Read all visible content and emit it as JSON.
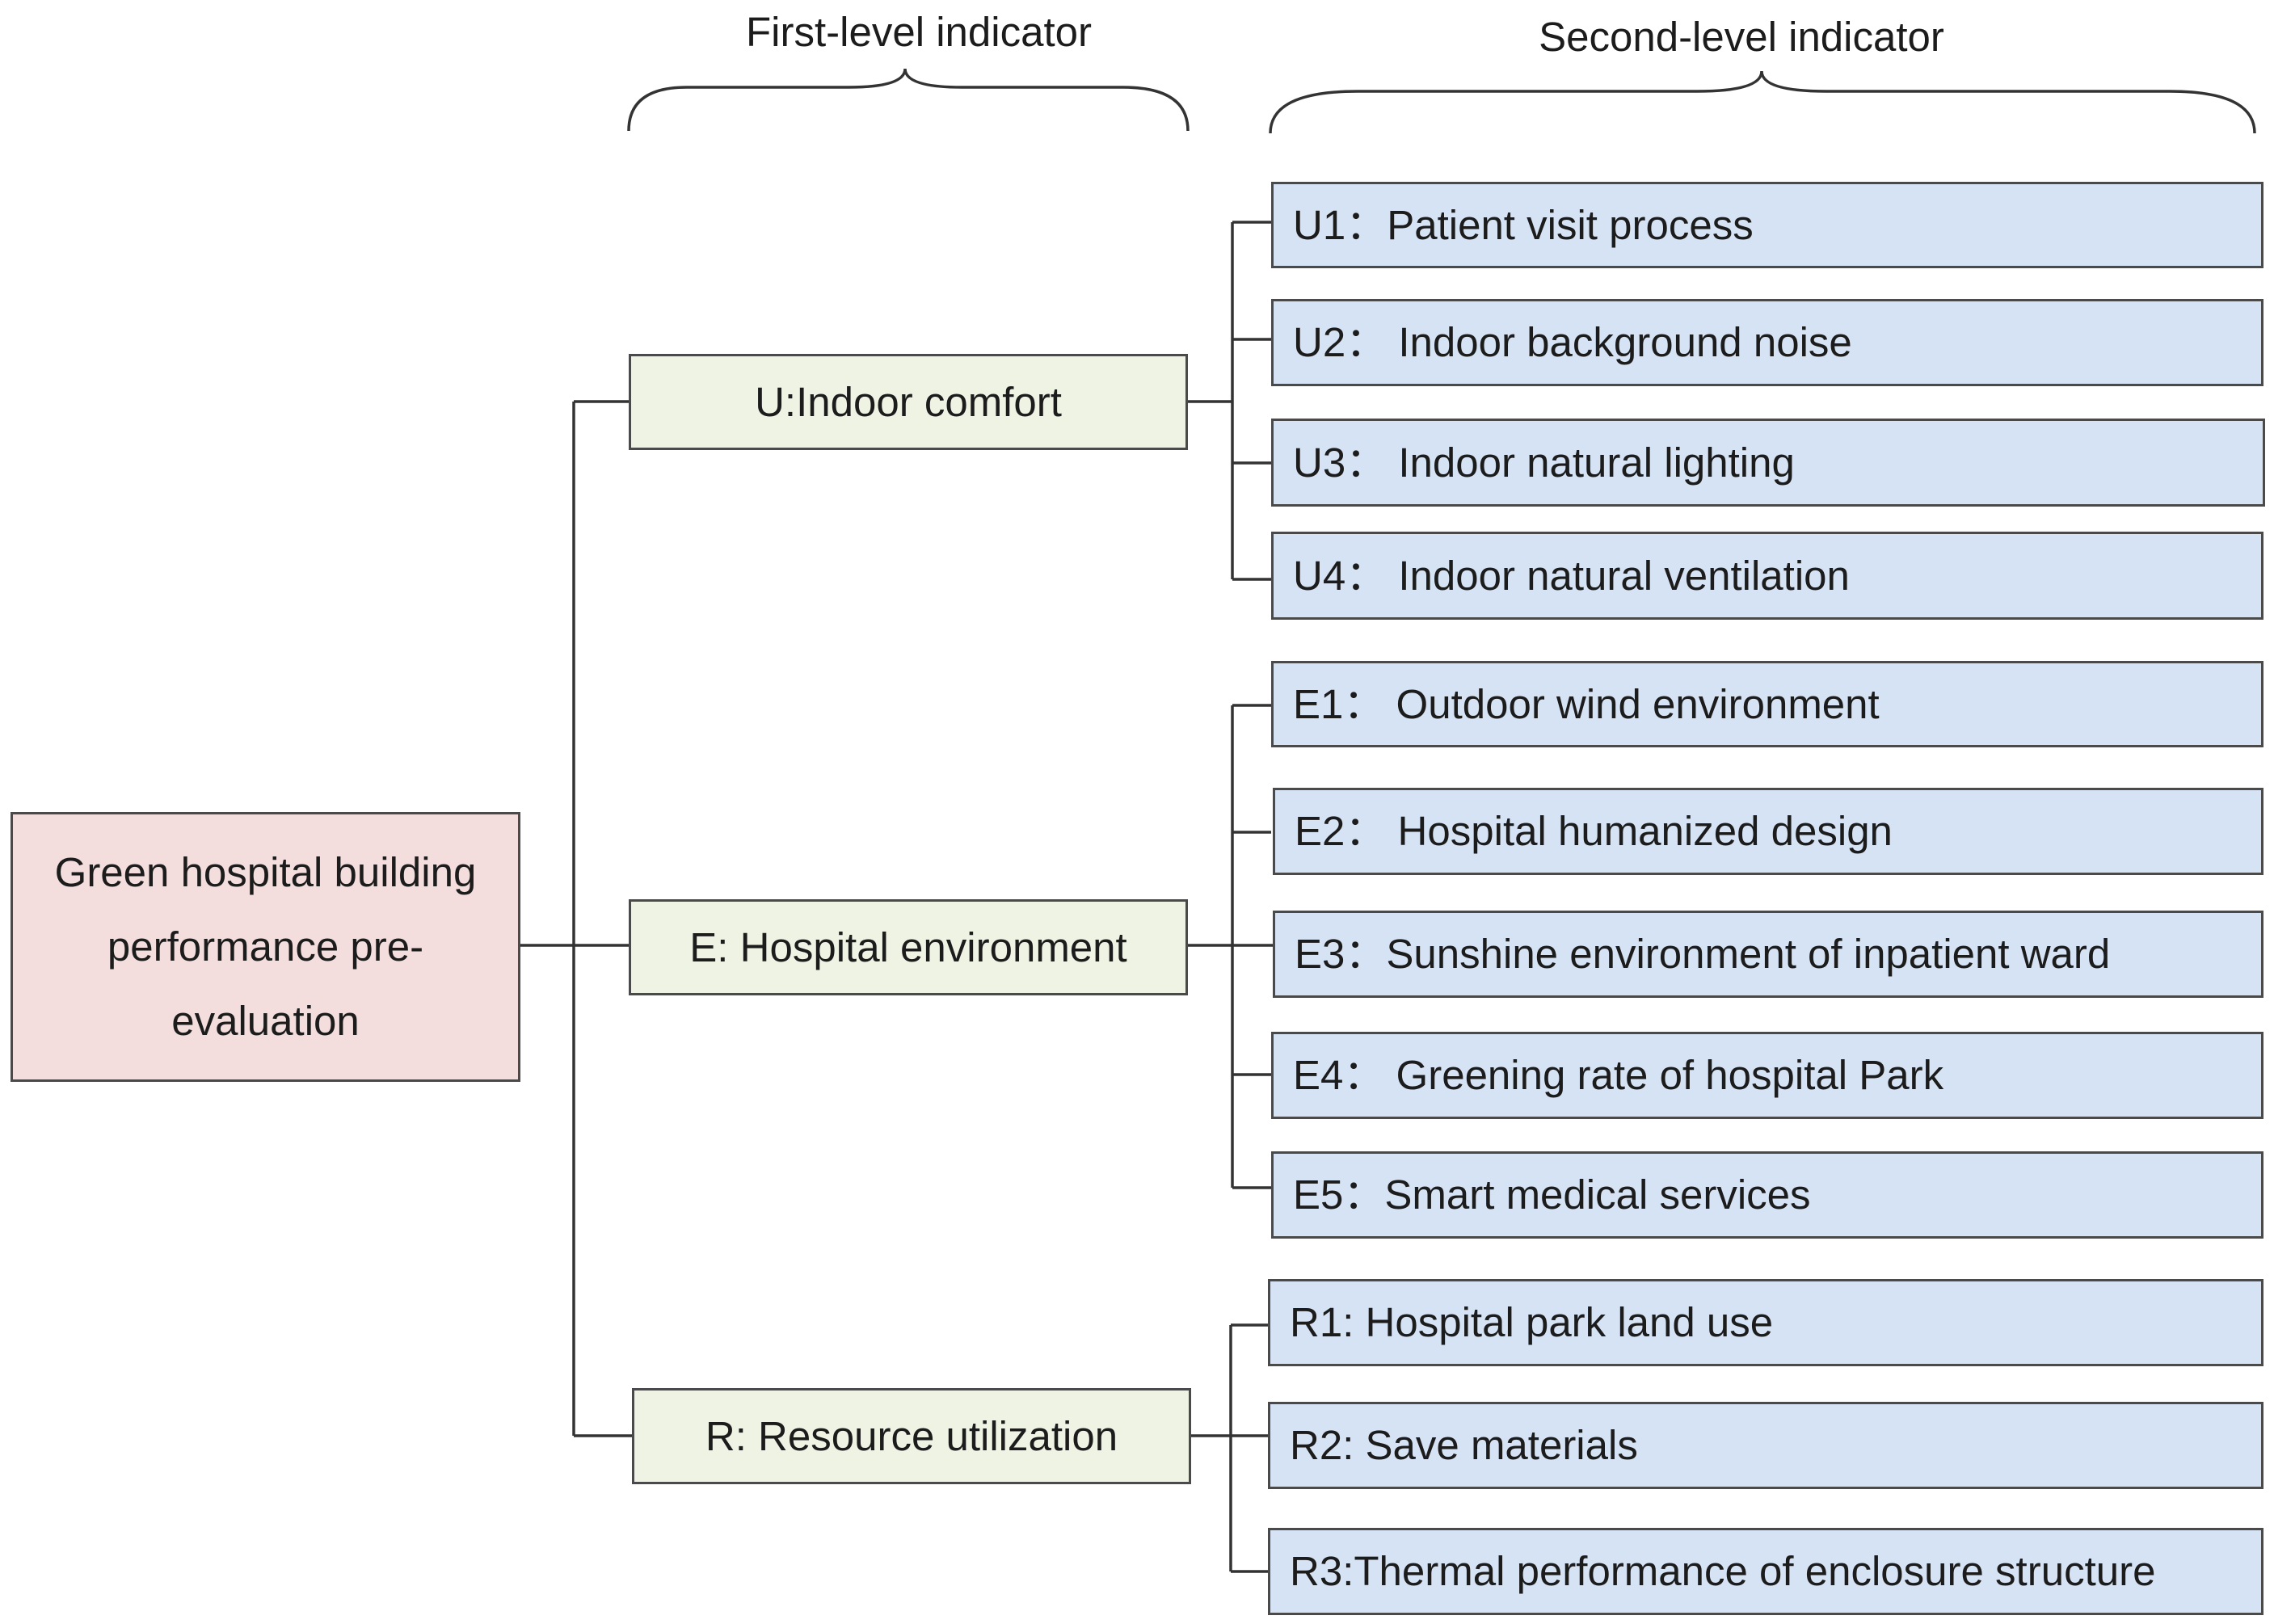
{
  "headers": {
    "first_level": "First-level indicator",
    "second_level": "Second-level indicator"
  },
  "root": {
    "label": "Green hospital building performance pre-evaluation"
  },
  "first_level": [
    {
      "label": "U:Indoor comfort"
    },
    {
      "label": "E: Hospital environment"
    },
    {
      "label": "R: Resource utilization"
    }
  ],
  "second_level": [
    {
      "label": "U1：Patient visit process"
    },
    {
      "label": "U2： Indoor background noise"
    },
    {
      "label": "U3： Indoor natural lighting"
    },
    {
      "label": "U4： Indoor natural ventilation"
    },
    {
      "label": "E1： Outdoor wind environment"
    },
    {
      "label": "E2： Hospital humanized design"
    },
    {
      "label": "E3：Sunshine environment of inpatient ward"
    },
    {
      "label": "E4： Greening rate of hospital Park"
    },
    {
      "label": "E5：Smart medical services"
    },
    {
      "label": "R1: Hospital park land use"
    },
    {
      "label": "R2: Save materials"
    },
    {
      "label": "R3:Thermal performance of enclosure structure"
    }
  ],
  "colors": {
    "root_fill": "#f3dddd",
    "first_level_fill": "#eef3e4",
    "second_level_fill": "#d6e3f4",
    "border": "#4a4a4a",
    "line": "#333333"
  }
}
